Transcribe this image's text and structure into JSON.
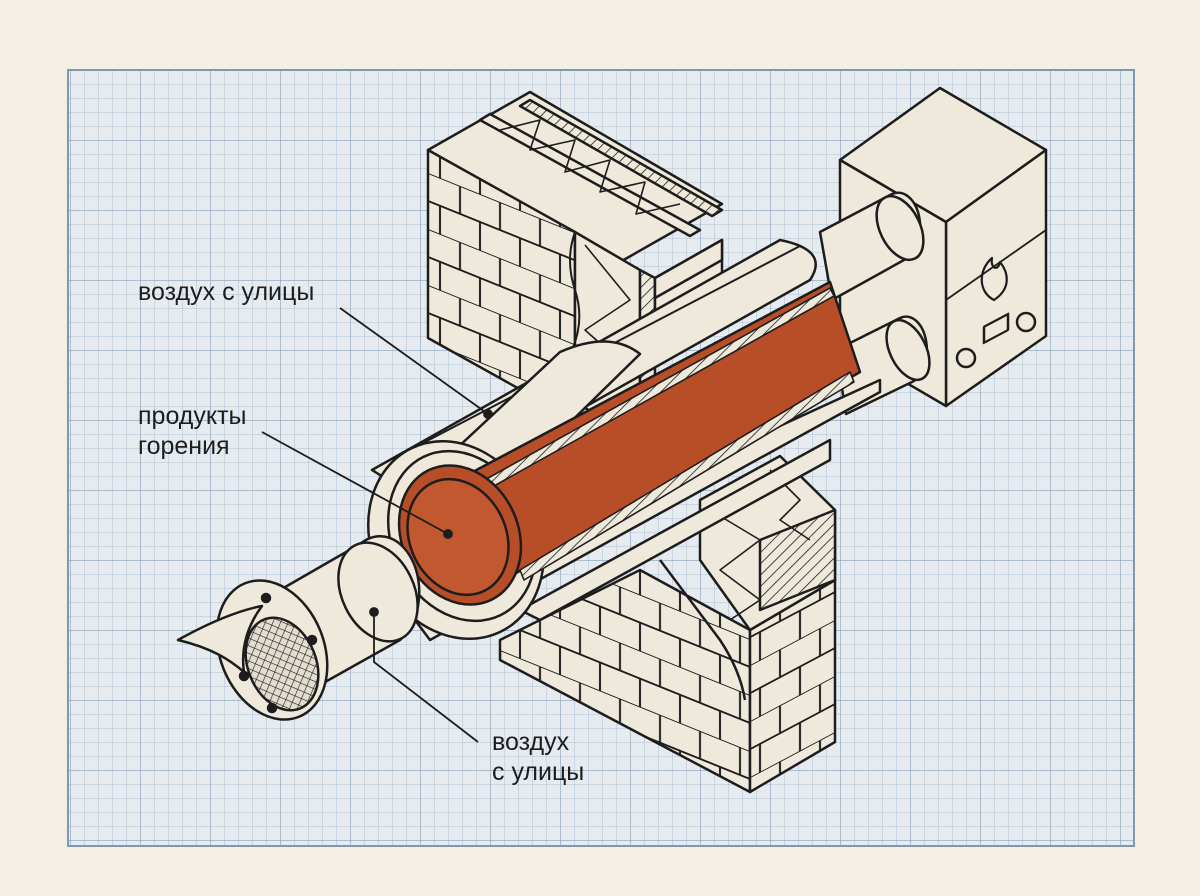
{
  "labels": {
    "outer_air_top": "воздух с улицы",
    "combustion_line1": "продукты",
    "combustion_line2": "горения",
    "outer_air_bottom_line1": "воздух",
    "outer_air_bottom_line2": "с улицы"
  },
  "colors": {
    "background": "#f3efe5",
    "grid_paper": "#e6ebf0",
    "grid_line": "#9fb4c9",
    "grid_border": "#7e98b2",
    "ink": "#1d1d1d",
    "part_fill": "#efe9dc",
    "inner_pipe": "#b84e28",
    "inner_pipe_dark": "#9b3d1c"
  },
  "icons": {
    "boiler_flame": "flame-icon",
    "boiler_knob": "knob-icon"
  }
}
